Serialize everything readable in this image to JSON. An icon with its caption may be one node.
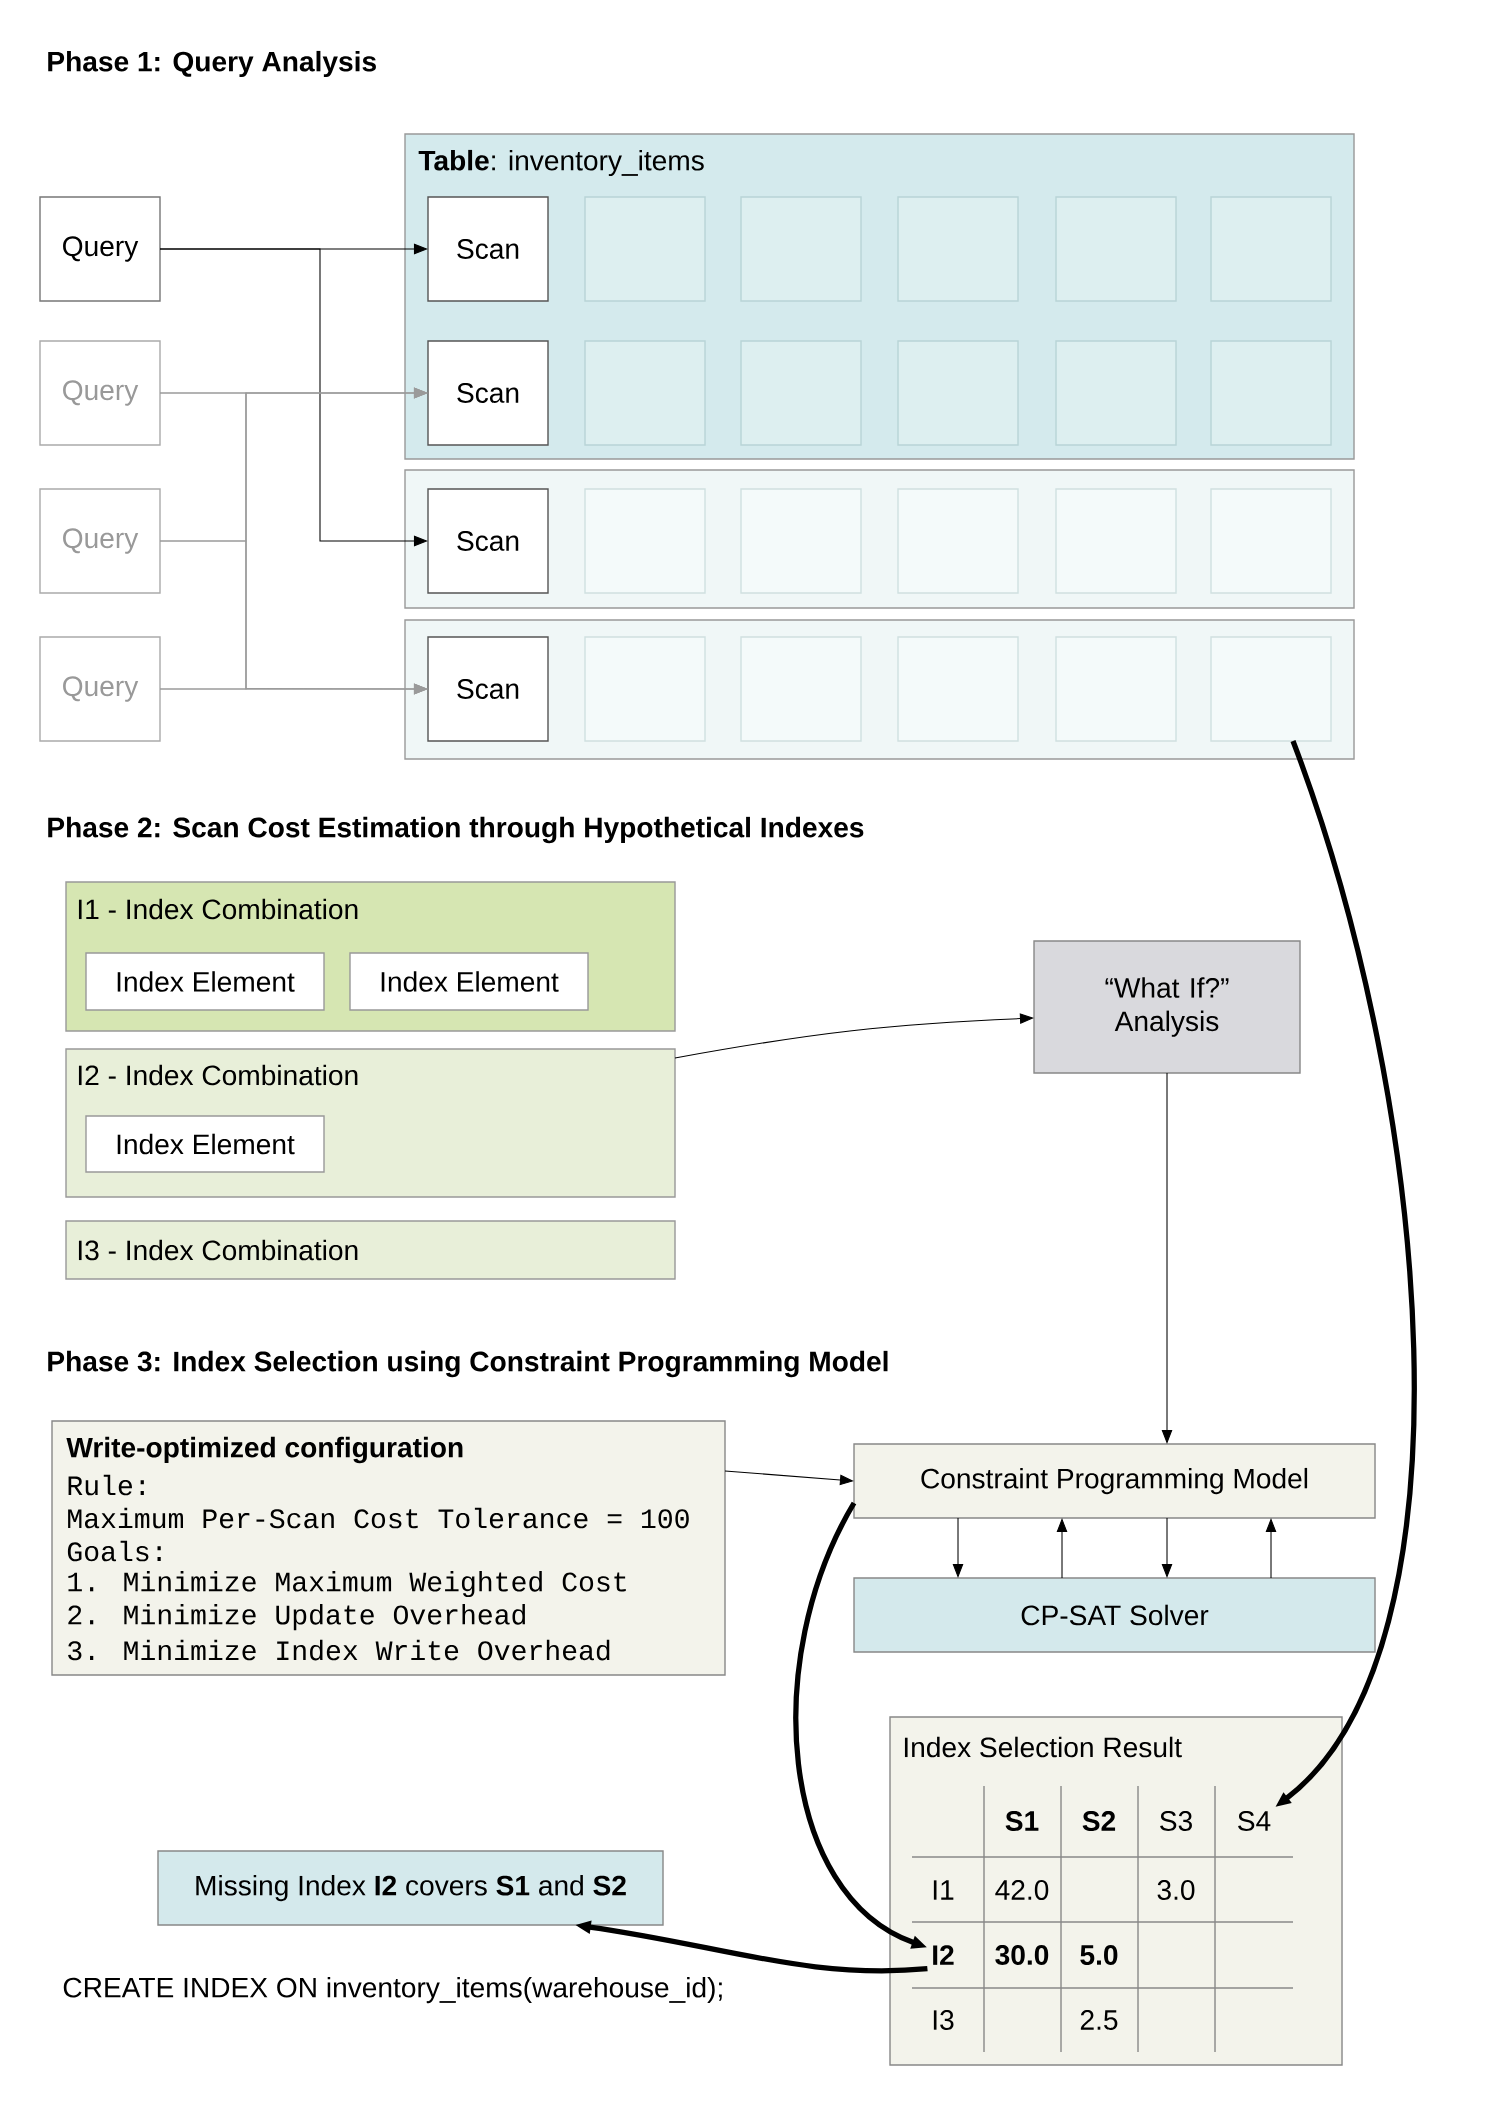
{
  "diagram": {
    "nodes": [
      {
        "text": [
          "Query"
        ]
      },
      {
        "text": [
          "Query"
        ]
      },
      {
        "text": [
          "Query"
        ]
      },
      {
        "text": [
          "Query"
        ]
      },
      {
        "text": [
          "**Table**: inventory_items"
        ]
      },
      {
        "text": [
          "Scan"
        ],
        "in": 4
      },
      {
        "text": [],
        "shape": "box",
        "in": 4
      },
      {
        "text": [],
        "shape": "box",
        "in": 4
      },
      {
        "text": [],
        "shape": "box",
        "in": 4
      },
      {
        "text": [],
        "shape": "box",
        "in": 4
      },
      {
        "text": [],
        "shape": "box",
        "in": 4
      },
      {
        "text": [
          "Scan"
        ],
        "in": 4
      },
      {
        "text": [],
        "shape": "box",
        "in": 4
      },
      {
        "text": [],
        "shape": "box",
        "in": 4
      },
      {
        "text": [],
        "shape": "box",
        "in": 4
      },
      {
        "text": [],
        "shape": "box",
        "in": 4
      },
      {
        "text": [],
        "shape": "box",
        "in": 4
      },
      {
        "text": [],
        "shape": "box"
      },
      {
        "text": [
          "Scan"
        ],
        "in": 17
      },
      {
        "text": [],
        "shape": "box",
        "in": 17
      },
      {
        "text": [],
        "shape": "box",
        "in": 17
      },
      {
        "text": [],
        "shape": "box",
        "in": 17
      },
      {
        "text": [],
        "shape": "box",
        "in": 17
      },
      {
        "text": [],
        "shape": "box",
        "in": 17
      },
      {
        "text": [],
        "shape": "box"
      },
      {
        "text": [
          "Scan"
        ],
        "in": 24
      },
      {
        "text": [],
        "shape": "box",
        "in": 24
      },
      {
        "text": [],
        "shape": "box",
        "in": 24
      },
      {
        "text": [],
        "shape": "box",
        "in": 24
      },
      {
        "text": [],
        "shape": "box",
        "in": 24
      },
      {
        "text": [],
        "shape": "box",
        "in": 24
      },
      {
        "text": [
          "I1 - Index Combination"
        ]
      },
      {
        "text": [
          "Index Element"
        ],
        "in": 31
      },
      {
        "text": [
          "Index Element"
        ],
        "in": 31
      },
      {
        "text": [
          "“What If?” Analysis"
        ]
      },
      {
        "text": [
          "I2 - Index Combination"
        ]
      },
      {
        "text": [
          "Index Element"
        ],
        "in": 35
      },
      {
        "text": [
          "I3 - Index Combination"
        ]
      },
      {
        "text": [
          "Write-optimized configuration",
          "Rule:",
          "Maximum Per-Scan Cost Tolerance = 100",
          "Goals:",
          "1. Minimize Maximum Weighted Cost",
          "2. Minimize Update Overhead",
          "3. Minimize Index Write Overhead"
        ]
      },
      {
        "text": [
          "Constraint Programming Model"
        ]
      },
      {
        "text": [
          "CP-SAT Solver"
        ]
      },
      {
        "text": [
          "Index Selection Result"
        ]
      },
      {
        "text": [
          "S4"
        ],
        "in": 41
      },
      {
        "text": [
          "I2"
        ],
        "in": 41
      },
      {
        "text": [
          "Missing Index **I2** covers **S1** and **S2**"
        ]
      }
    ],
    "edges": [
      {
        "from": 0,
        "to": 5,
        "arrow": "to"
      },
      {
        "from": 0,
        "to": 18,
        "arrow": "to"
      },
      {
        "from": 1,
        "to": 11,
        "arrow": "to",
        "color": "#9a9a9a"
      },
      {
        "from": 1,
        "to": 25,
        "arrow": "to",
        "color": "#9a9a9a"
      },
      {
        "from": 2,
        "to": 11,
        "arrow": "to",
        "color": "#9a9a9a"
      },
      {
        "from": 2,
        "to": 25,
        "arrow": "to",
        "color": "#9a9a9a"
      },
      {
        "from": 3,
        "to": 11,
        "arrow": "to",
        "color": "#9a9a9a"
      },
      {
        "from": 3,
        "to": 25,
        "arrow": "to",
        "color": "#9a9a9a"
      },
      {
        "from": 35,
        "to": 34,
        "arrow": "to"
      },
      {
        "from": 34,
        "to": 39,
        "arrow": "to"
      },
      {
        "from": 38,
        "to": 39,
        "arrow": "to"
      },
      {
        "from": 39,
        "to": 40,
        "arrow": "to"
      },
      {
        "from": 40,
        "to": 39,
        "arrow": "to"
      },
      {
        "from": 39,
        "to": 40,
        "arrow": "to"
      },
      {
        "from": 40,
        "to": 39,
        "arrow": "to"
      },
      {
        "from": 39,
        "to": 43,
        "arrow": "to",
        "style": "thick"
      },
      {
        "from": 30,
        "to": 42,
        "arrow": "to",
        "style": "thick"
      },
      {
        "from": 43,
        "to": 44,
        "arrow": "to",
        "style": "thick"
      }
    ],
    "labels": [
      "Phase 1: Query Analysis",
      "Phase 2: Scan Cost Estimation through Hypothetical Indexes",
      "Phase 3: Index Selection using Constraint Programming Model",
      "S1",
      "S2",
      "S3",
      "I1",
      "42.0",
      "3.0",
      "30.0",
      "5.0",
      "I3",
      "2.5",
      "CREATE INDEX ON inventory_items(warehouse_id);"
    ]
  }
}
